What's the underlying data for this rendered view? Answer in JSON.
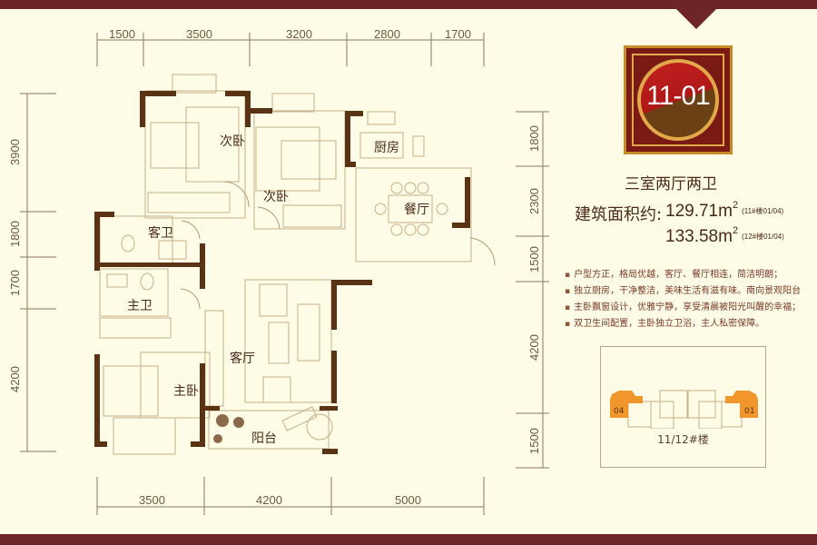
{
  "unit": {
    "code": "11-01",
    "layout_type": "三室两厅两卫",
    "area_label": "建筑面积约",
    "areas": [
      {
        "value": "129.71m",
        "unit_sup": "2",
        "note": "(11#楼01/04)"
      },
      {
        "value": "133.58m",
        "unit_sup": "2",
        "note": "(12#楼01/04)"
      }
    ]
  },
  "features": [
    "户型方正，格局优越，客厅、餐厅相连，简洁明朗；",
    "独立厨房，干净整洁，美味生活有滋有味。南向景观阳台",
    "主卧飘窗设计，优雅宁静，享受清晨被阳光叫醒的幸福；",
    "双卫生间配置，主卧独立卫浴，主人私密保障。"
  ],
  "key_plan": {
    "building_label": "11/12#楼",
    "highlighted_units": [
      "04",
      "01"
    ],
    "highlight_color": "#f0962a"
  },
  "rooms": {
    "bedroom2_left": "次卧",
    "bedroom2_right": "次卧",
    "kitchen": "厨房",
    "dining": "餐厅",
    "guest_bath": "客卫",
    "master_bath": "主卫",
    "living": "客厅",
    "master_bedroom": "主卧",
    "balcony": "阳台"
  },
  "dimensions": {
    "top": [
      "1500",
      "3500",
      "3200",
      "2800",
      "1700"
    ],
    "bottom": [
      "3500",
      "4200",
      "5000"
    ],
    "left": [
      "3900",
      "1800",
      "1700",
      "4200"
    ],
    "right": [
      "1800",
      "2300",
      "1500",
      "4200",
      "1500"
    ]
  },
  "colors": {
    "frame_bar": "#6e252a",
    "background": "#fefbe6",
    "wall": "#5a3214",
    "thin_line": "#c8b08a"
  }
}
